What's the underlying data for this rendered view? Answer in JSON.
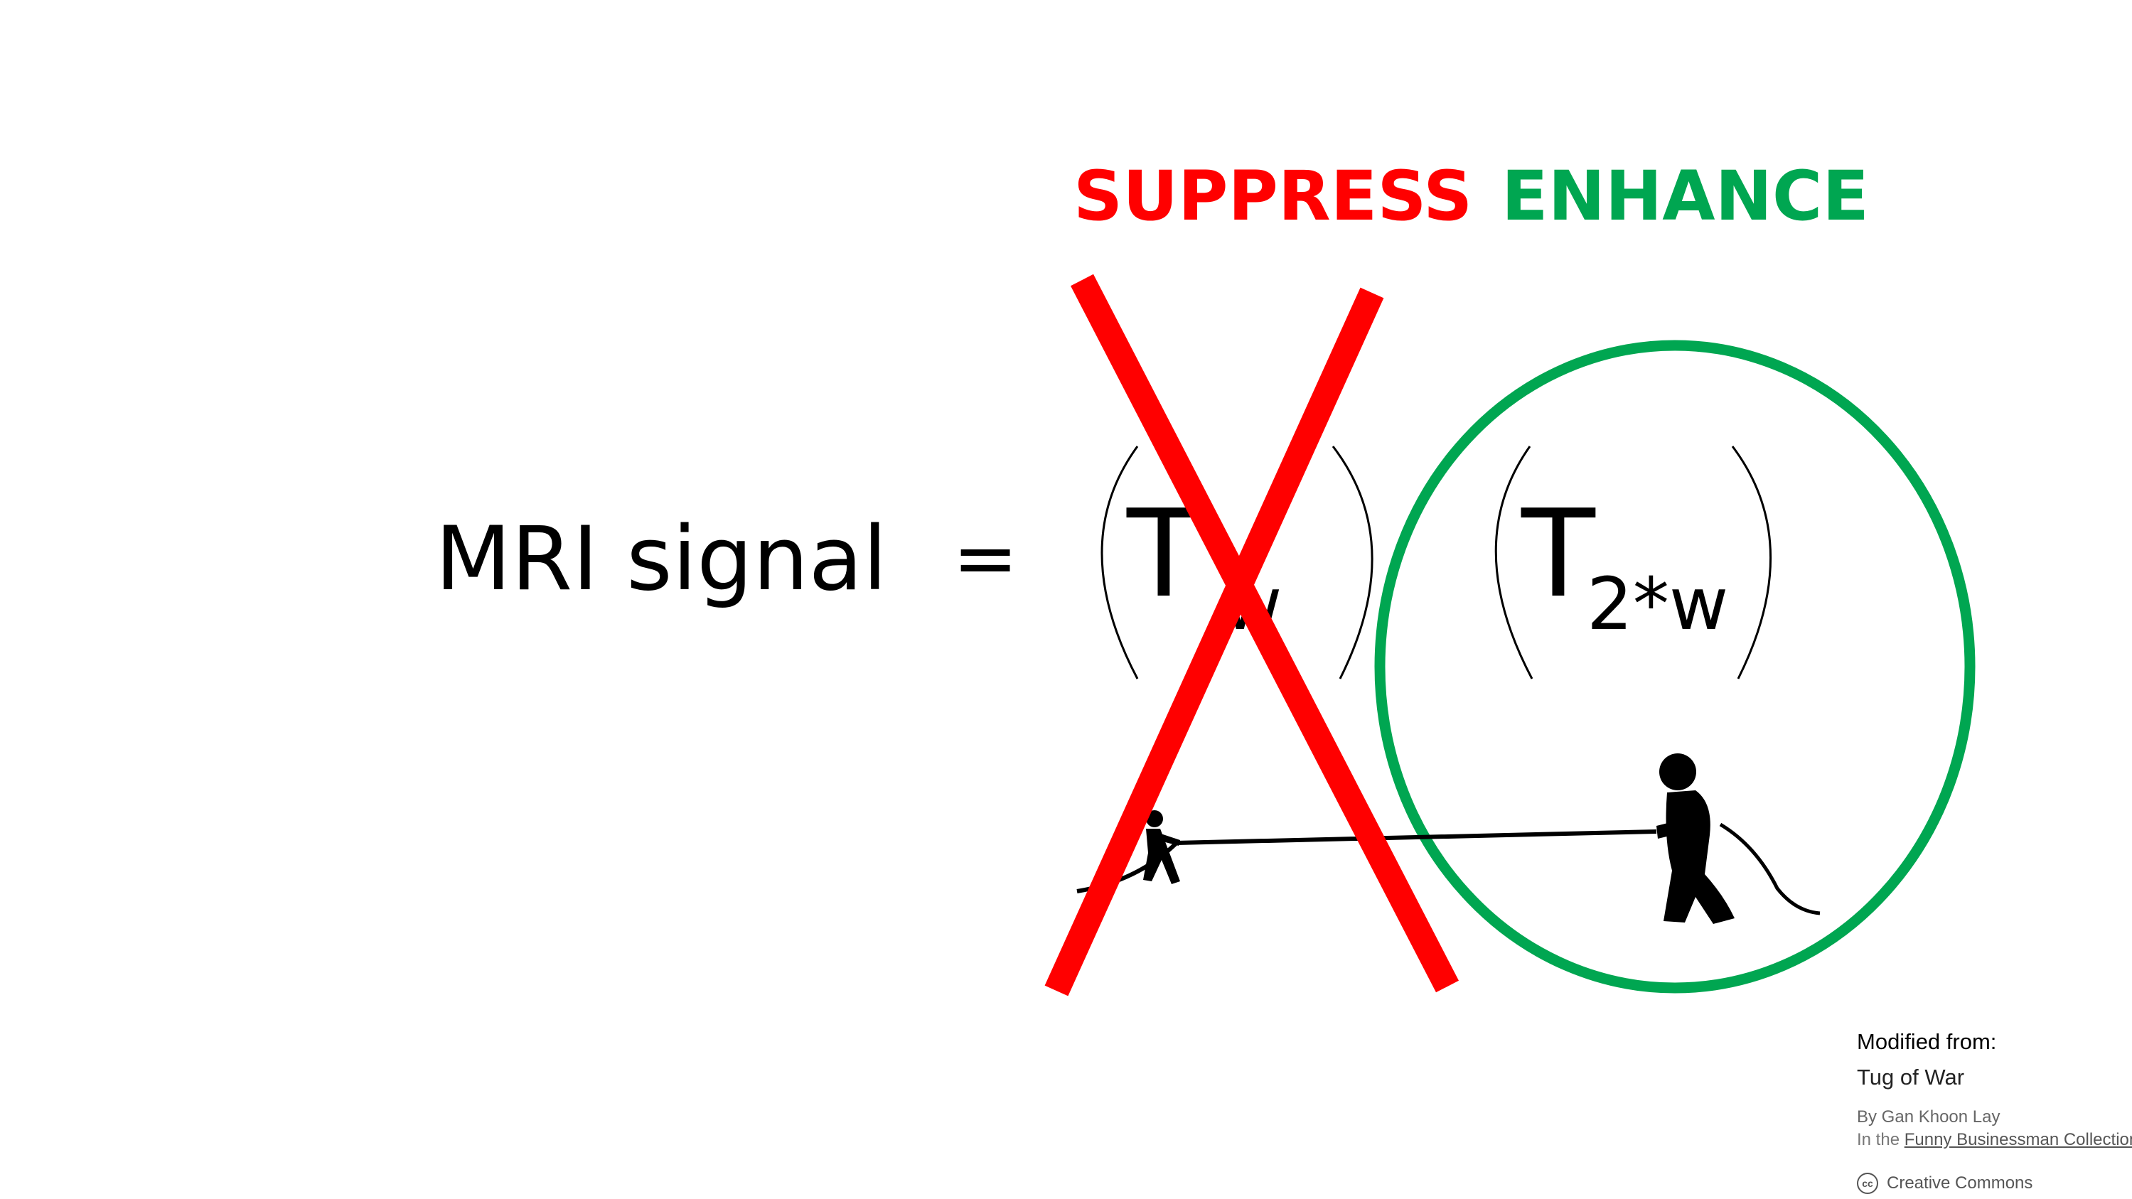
{
  "labels": {
    "suppress": "SUPPRESS",
    "enhance": "ENHANCE"
  },
  "equation": {
    "lhs": "MRI signal",
    "equals": "=",
    "term1_base": "T",
    "term1_sub": "w",
    "term2_base": "T",
    "term2_sub": "2*w"
  },
  "credit": {
    "heading": "Modified from:",
    "title": "Tug of War",
    "author": "By Gan Khoon Lay",
    "collection_prefix": "In the ",
    "collection_link": "Funny Businessman Collection",
    "license_icon": "cc",
    "license": "Creative Commons"
  },
  "colors": {
    "suppress": "#ff0000",
    "enhance": "#00a651",
    "text": "#000000"
  },
  "icons": {
    "cross": "red-x-icon",
    "circle": "green-circle-icon",
    "small_puller": "small-person-pulling-icon",
    "large_puller": "large-person-pulling-icon"
  }
}
